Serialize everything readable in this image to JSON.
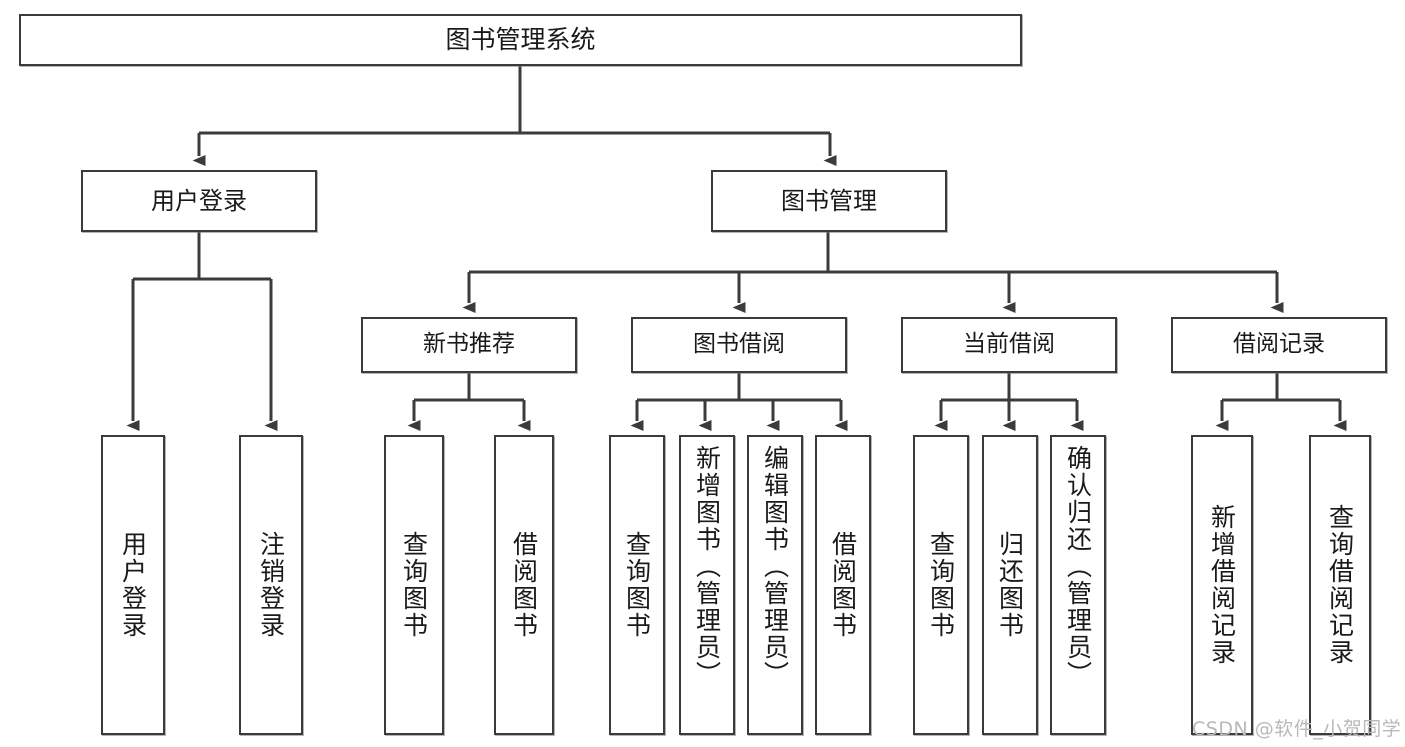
{
  "diagram": {
    "type": "hierarchy-tree",
    "title": "图书管理系统",
    "orientation": "top-down",
    "stroke_color": "#3b3b3b",
    "text_color": "#1a1a1a",
    "background": "#ffffff"
  },
  "nodes": {
    "root": {
      "label": "图书管理系统",
      "level": 1
    },
    "l2": [
      {
        "id": "user-login",
        "label": "用户登录",
        "level": 2
      },
      {
        "id": "book-manage",
        "label": "图书管理",
        "level": 2
      }
    ],
    "l3": [
      {
        "id": "new-book-rec",
        "label": "新书推荐",
        "level": 3
      },
      {
        "id": "book-borrow",
        "label": "图书借阅",
        "level": 3
      },
      {
        "id": "current-borrow",
        "label": "当前借阅",
        "level": 3
      },
      {
        "id": "borrow-record",
        "label": "借阅记录",
        "level": 3
      }
    ],
    "leaves": [
      {
        "id": "leaf-user-login",
        "label": "用户登录",
        "parent": "user-login",
        "align": "mid"
      },
      {
        "id": "leaf-logout",
        "label": "注销登录",
        "parent": "user-login",
        "align": "mid"
      },
      {
        "id": "leaf-query-book-1",
        "label": "查询图书",
        "parent": "new-book-rec",
        "align": "mid"
      },
      {
        "id": "leaf-borrow-book-1",
        "label": "借阅图书",
        "parent": "new-book-rec",
        "align": "mid"
      },
      {
        "id": "leaf-query-book-2",
        "label": "查询图书",
        "parent": "book-borrow",
        "align": "mid"
      },
      {
        "id": "leaf-add-book",
        "label": "新增图书（管理员）",
        "parent": "book-borrow",
        "align": "top"
      },
      {
        "id": "leaf-edit-book",
        "label": "编辑图书（管理员）",
        "parent": "book-borrow",
        "align": "top"
      },
      {
        "id": "leaf-borrow-book-2",
        "label": "借阅图书",
        "parent": "book-borrow",
        "align": "mid"
      },
      {
        "id": "leaf-query-book-3",
        "label": "查询图书",
        "parent": "current-borrow",
        "align": "mid"
      },
      {
        "id": "leaf-return-book",
        "label": "归还图书",
        "parent": "current-borrow",
        "align": "mid"
      },
      {
        "id": "leaf-confirm-return",
        "label": "确认归还（管理员）",
        "parent": "current-borrow",
        "align": "top"
      },
      {
        "id": "leaf-add-record",
        "label": "新增借阅记录",
        "parent": "borrow-record",
        "align": "mid"
      },
      {
        "id": "leaf-query-record",
        "label": "查询借阅记录",
        "parent": "borrow-record",
        "align": "mid"
      }
    ]
  },
  "watermark": {
    "text": "CSDN @软件_小贺同学",
    "color": "#b9b9b9"
  }
}
